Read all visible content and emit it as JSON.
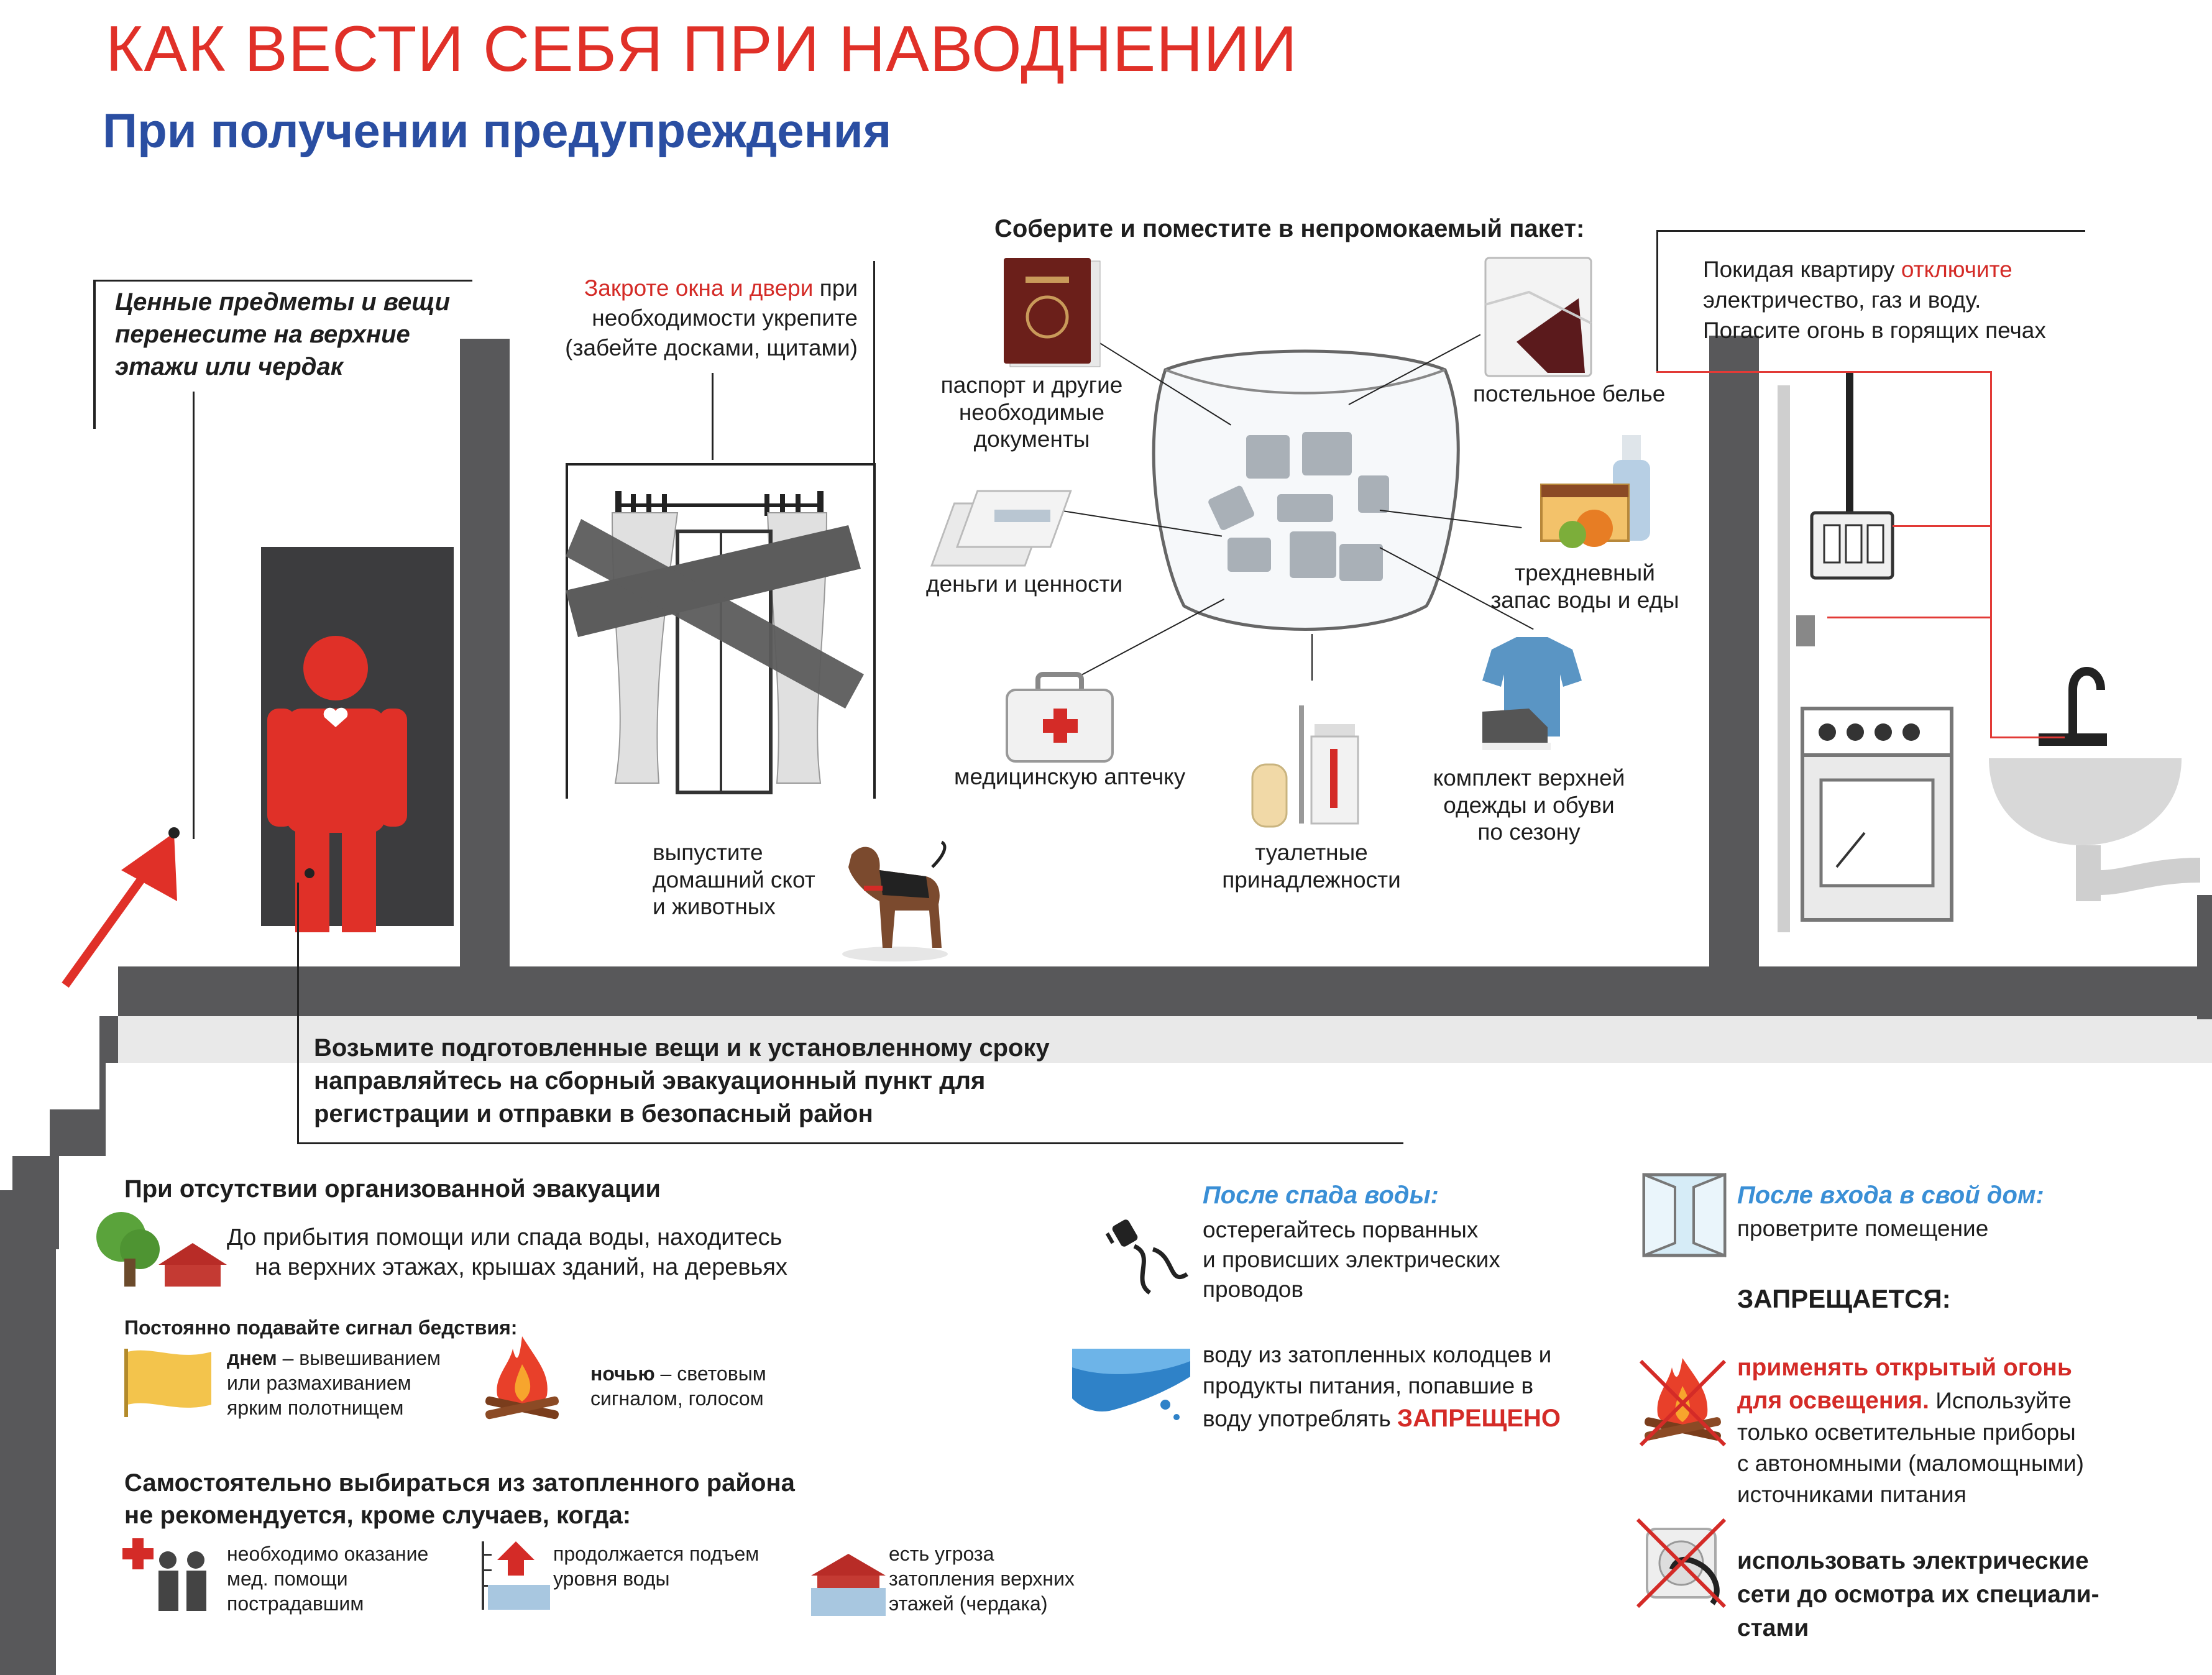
{
  "header": {
    "title": "КАК ВЕСТИ СЕБЯ ПРИ НАВОДНЕНИИ",
    "subtitle": "При получении предупреждения"
  },
  "valuables": [
    "Ценные предметы и вещи",
    "перенесите на верхние",
    "этажи или чердак"
  ],
  "windows": {
    "lead": "Закроте окна и двери",
    "rest": " при",
    "line2": "необходимости укрепите",
    "line3": "(забейте досками, щитами)"
  },
  "pack": {
    "title": "Соберите и поместите в непромокаемый пакет:",
    "items": {
      "passport": [
        "паспорт и другие",
        "необходимые",
        "документы"
      ],
      "money": "деньги и ценности",
      "firstaid": "медицинскую аптечку",
      "toiletries": [
        "туалетные",
        "принадлежности"
      ],
      "clothes": [
        "комплект верхней",
        "одежды и обуви",
        "по сезону"
      ],
      "food": [
        "трехдневный",
        "запас воды и еды"
      ],
      "linen": "постельное белье"
    }
  },
  "animals": [
    "выпустите",
    "домашний скот",
    "и животных"
  ],
  "leave": {
    "prefix": "Покидая квартиру ",
    "highlight": "отключите",
    "line2": "электричество, газ и воду.",
    "line3": "Погасите огонь в  горящих печах"
  },
  "evacuation": [
    "Возьмите подготовленные вещи и к установленному сроку",
    "направляйтесь на сборный эвакуационный пункт для",
    "регистрации и отправки в безопасный район"
  ],
  "no_evac": {
    "title": "При отсутствии организованной эвакуации",
    "text": [
      "До прибытия помощи или спада воды, находитесь",
      "на верхних этажах,  крышах зданий, на деревьях"
    ],
    "signal_title": "Постоянно подавайте сигнал бедствия:",
    "day_lead": "днем",
    "day_rest": " – вывешиванием",
    "day_lines": [
      "или размахиванием",
      "ярким полотнищем"
    ],
    "night_lead": "ночью",
    "night_rest": " – световым",
    "night_line2": "сигналом, голосом"
  },
  "self_rescue": {
    "title": [
      "Самостоятельно выбираться из затопленного района",
      "не рекомендуется, кроме случаев, когда:"
    ],
    "cases": [
      [
        "необходимо оказание",
        "мед. помощи",
        "пострадавшим"
      ],
      [
        "продолжается подъем",
        "уровня воды"
      ],
      [
        "есть угроза",
        "затопления верхних",
        "этажей (чердака)"
      ]
    ]
  },
  "after_water": {
    "title": "После спада воды:",
    "wires": [
      "остерегайтесь порванных",
      "и провисших электрических",
      "проводов"
    ],
    "water": [
      "воду из затопленных колодцев и",
      "продукты питания, попавшие в"
    ],
    "water_last": "воду употреблять ",
    "forbidden": "ЗАПРЕЩЕНО"
  },
  "after_home": {
    "title": "После входа в свой дом:",
    "text": "проветрите помещение",
    "prohibited": "ЗАПРЕЩАЕТСЯ:",
    "fire_red": [
      "применять открытый огонь",
      "для освещения."
    ],
    "fire_rest_first": " Используйте",
    "fire_rest": [
      "только осветительные приборы",
      "с автономными (маломощными)",
      "источниками питания"
    ],
    "elec_red": [
      "использовать электрические",
      "сети до осмотра их специали-",
      "стами"
    ]
  },
  "colors": {
    "accent_red": "#d42b27",
    "heading_blue": "#2a4ea2",
    "wall_gray": "#58585a"
  }
}
